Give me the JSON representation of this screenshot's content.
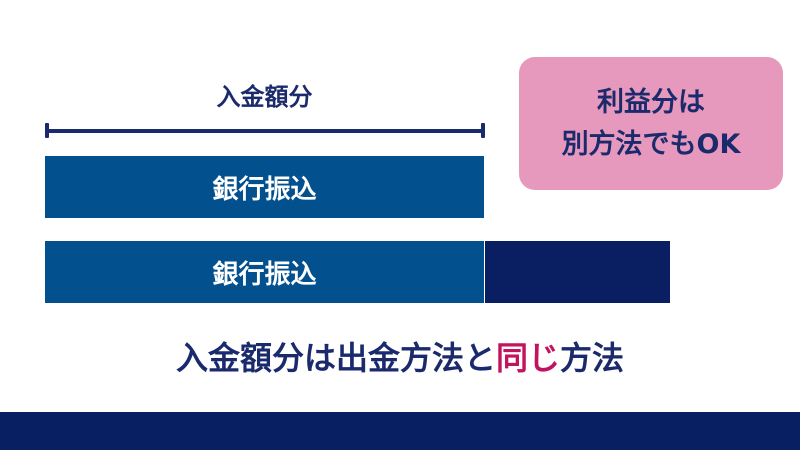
{
  "colors": {
    "navy_text": "#1a2a6c",
    "bar_blue": "#03508f",
    "bar_dark": "#0a1f62",
    "pink_box": "#e699bd",
    "accent_magenta": "#c3125e",
    "footer": "#081f61",
    "white": "#ffffff"
  },
  "diagram": {
    "deposit_label": "入金額分",
    "bars": [
      {
        "segments": [
          {
            "label": "銀行振込",
            "color": "#03508f"
          }
        ]
      },
      {
        "segments": [
          {
            "label": "銀行振込",
            "color": "#03508f"
          },
          {
            "label": "",
            "color": "#0a1f62"
          }
        ]
      }
    ],
    "profit_note": {
      "line1": "利益分は",
      "line2": "別方法でもOK"
    },
    "caption": {
      "part1": "入金額分は出金方法と",
      "highlight": "同じ",
      "part2": "方法"
    }
  }
}
